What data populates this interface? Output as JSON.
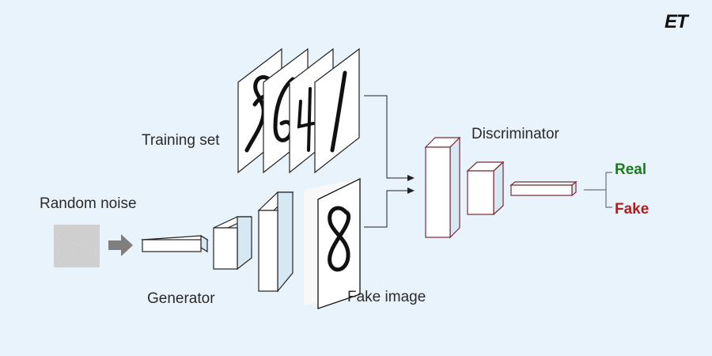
{
  "logo": "ET",
  "labels": {
    "training_set": "Training set",
    "random_noise": "Random noise",
    "generator": "Generator",
    "fake_image": "Fake image",
    "discriminator": "Discriminator",
    "real": "Real",
    "fake": "Fake"
  },
  "colors": {
    "background": "#e9f3fb",
    "real": "#1f7a1f",
    "fake": "#b01e1e",
    "discriminator_outline": "#7a2a35",
    "generator_outline": "#222222",
    "arrow": "#7f7f7f"
  },
  "digits": {
    "training_set": [
      "8",
      "6",
      "4",
      "1"
    ],
    "fake_image": "8"
  }
}
